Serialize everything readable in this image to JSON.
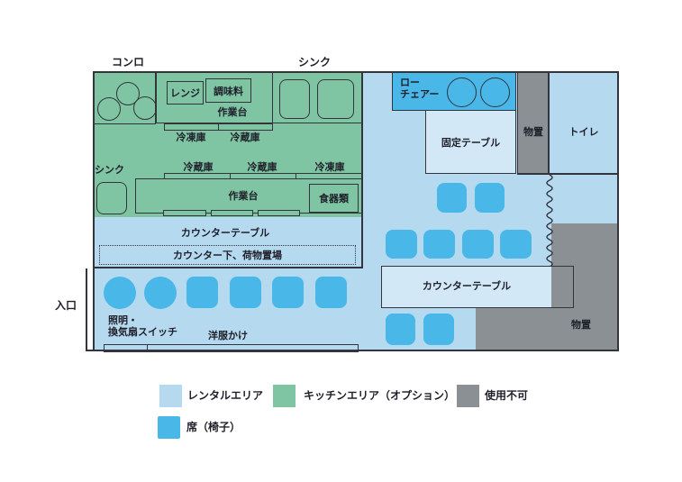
{
  "colors": {
    "rental_area": "#b5daf0",
    "kitchen_area": "#7fc5a3",
    "seat": "#49b8e8",
    "unusable_gray": "#8a9094",
    "table_fill": "#d2e8f7",
    "wall": "#33343c"
  },
  "plan": {
    "stove_label": "コンロ",
    "sink_top_label": "シンク",
    "entrance_label": "入口",
    "kitchen": {
      "range": "レンジ",
      "seasonings": "調味料",
      "worktable_top": "作業台",
      "freezer_under_top": "冷凍庫",
      "fridge_under_top": "冷蔵庫",
      "fridge_mid_left": "冷蔵庫",
      "fridge_mid_center": "冷蔵庫",
      "freezer_mid_right": "冷凍庫",
      "sink_left_label": "シンク",
      "worktable_lower": "作業台",
      "tableware": "食器類"
    },
    "counter_table_left": "カウンターテーブル",
    "under_counter": "カウンター下、荷物置場",
    "low_chair_line1": "ロー",
    "low_chair_line2": "チェアー",
    "fixed_table": "固定テーブル",
    "storage_upper": "物置",
    "toilet": "トイレ",
    "counter_table_right": "カウンターテーブル",
    "storage_lower": "物置",
    "switch_line1": "照明・",
    "switch_line2": "換気扇スイッチ",
    "clothes_rack": "洋服かけ"
  },
  "legend": {
    "rental": "レンタルエリア",
    "kitchen_option": "キッチンエリア（オプション）",
    "unusable": "使用不可",
    "seat": "席（椅子）"
  }
}
